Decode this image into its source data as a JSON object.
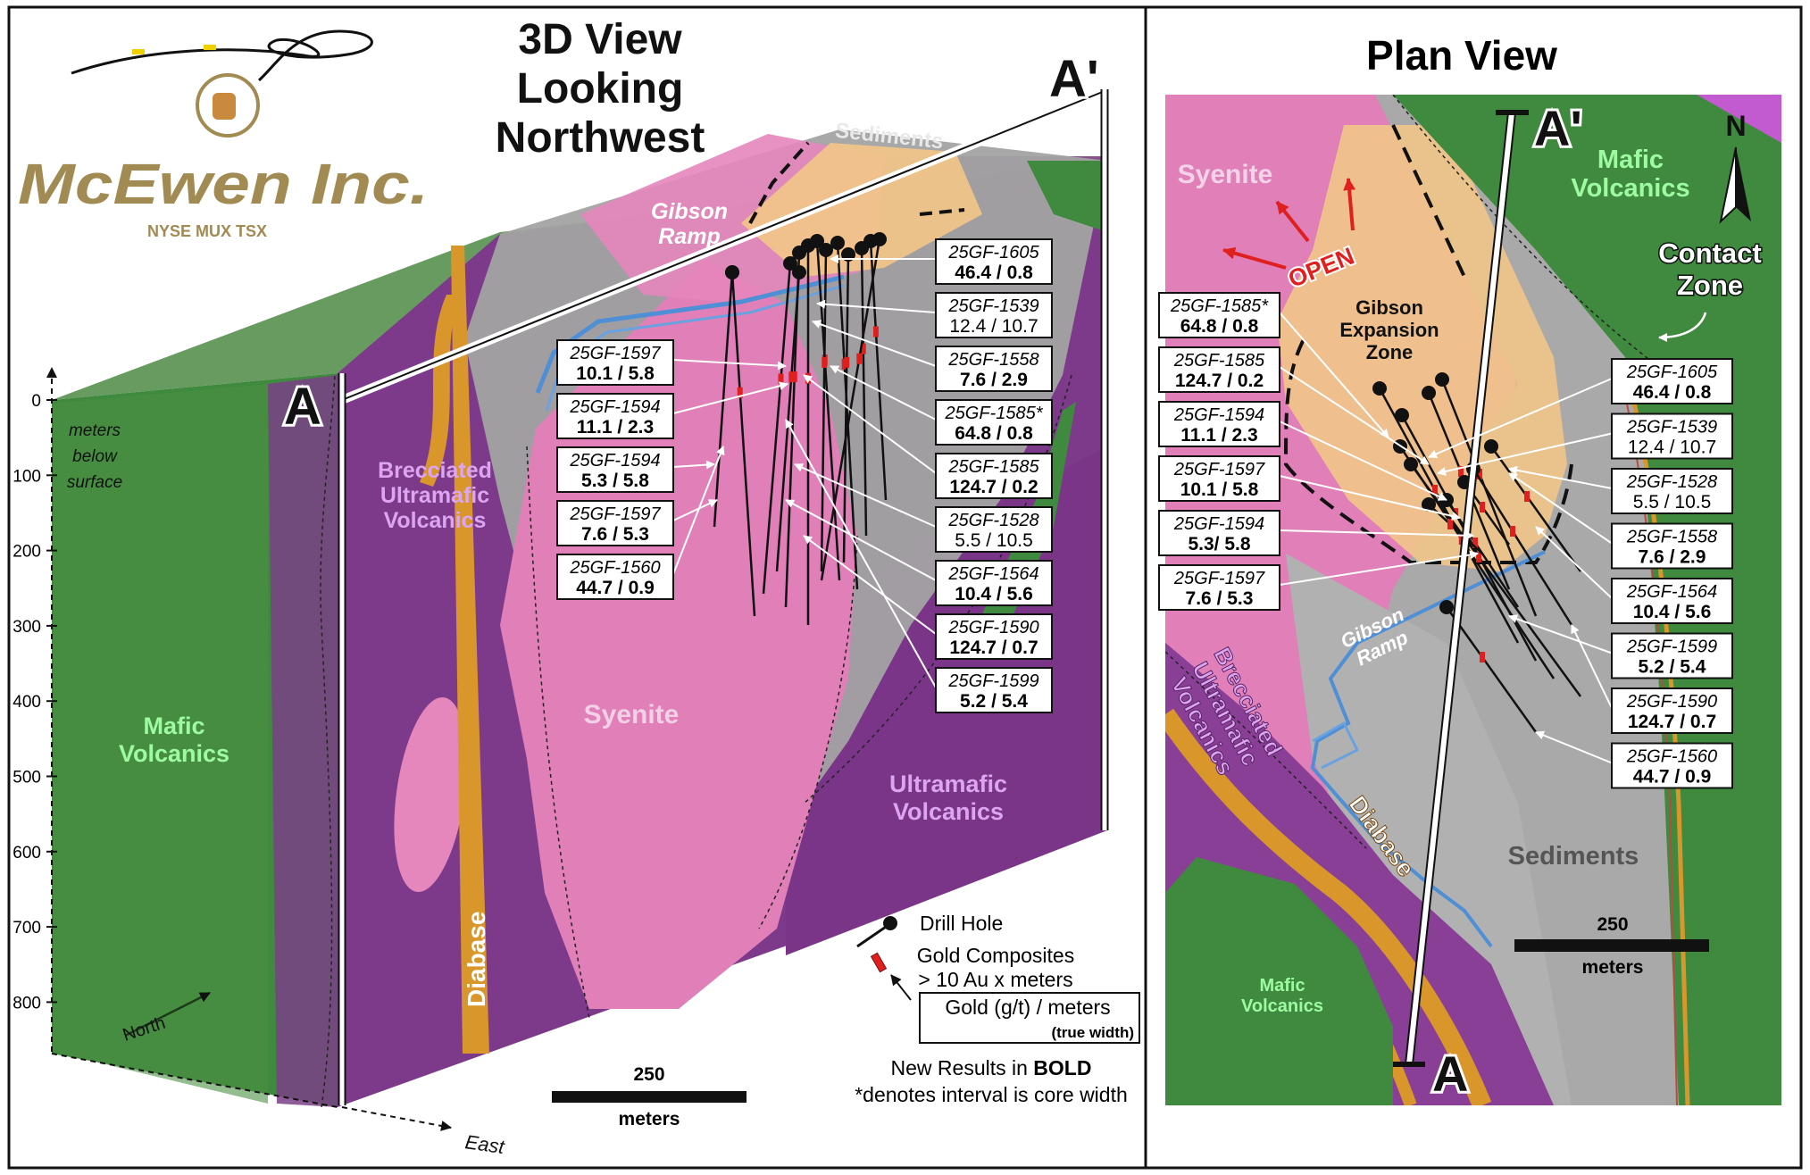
{
  "logo": {
    "company": "McEwen Inc.",
    "exchanges": [
      "NYSE",
      "MUX",
      "TSX"
    ]
  },
  "view3d": {
    "title_lines": [
      "3D View",
      "Looking",
      "Northwest"
    ],
    "section_start": "A",
    "section_end": "A'",
    "depth_axis": {
      "label_lines": [
        "meters",
        "below",
        "surface"
      ],
      "ticks": [
        "0",
        "100",
        "200",
        "300",
        "400",
        "500",
        "600",
        "700",
        "800"
      ]
    },
    "directions": {
      "north": "North",
      "east": "East"
    },
    "units": {
      "sediments": "Sediments",
      "gibson_ramp": [
        "Gibson",
        "Ramp"
      ],
      "brecciated": [
        "Brecciated",
        "Ultramafic",
        "Volcanics"
      ],
      "mafic": [
        "Mafic",
        "Volcanics"
      ],
      "syenite": "Syenite",
      "ultramafic": [
        "Ultramafic",
        "Volcanics"
      ],
      "diabase": "Diabase"
    },
    "left_labels": [
      {
        "hole": "25GF-1597",
        "value": "10.1 / 5.8",
        "bold": true
      },
      {
        "hole": "25GF-1594",
        "value": "11.1 / 2.3",
        "bold": true
      },
      {
        "hole": "25GF-1594",
        "value": "5.3 / 5.8",
        "bold": true
      },
      {
        "hole": "25GF-1597",
        "value": "7.6 / 5.3",
        "bold": true
      },
      {
        "hole": "25GF-1560",
        "value": "44.7 / 0.9",
        "bold": true
      }
    ],
    "right_labels": [
      {
        "hole": "25GF-1605",
        "value": "46.4 / 0.8",
        "bold": true
      },
      {
        "hole": "25GF-1539",
        "value": "12.4 / 10.7",
        "bold": false
      },
      {
        "hole": "25GF-1558",
        "value": "7.6 / 2.9",
        "bold": true
      },
      {
        "hole": "25GF-1585*",
        "value": "64.8 / 0.8",
        "bold": true
      },
      {
        "hole": "25GF-1585",
        "value": "124.7 / 0.2",
        "bold": true
      },
      {
        "hole": "25GF-1528",
        "value": "5.5 / 10.5",
        "bold": false
      },
      {
        "hole": "25GF-1564",
        "value": "10.4 / 5.6",
        "bold": true
      },
      {
        "hole": "25GF-1590",
        "value": "124.7 / 0.7",
        "bold": true
      },
      {
        "hole": "25GF-1599",
        "value": "5.2 / 5.4",
        "bold": true
      }
    ],
    "scale": {
      "value": "250",
      "unit": "meters"
    },
    "legend": {
      "drill_hole": "Drill Hole",
      "composites_lines": [
        "Gold Composites",
        "> 10 Au x meters"
      ],
      "box_line1": "Gold (g/t) / meters",
      "box_line2": "(true width)",
      "bold_note_prefix": "New Results in ",
      "bold_note_bold": "BOLD",
      "core_note": "*denotes interval is core width"
    }
  },
  "plan": {
    "title": "Plan View",
    "north": "N",
    "section_start": "A",
    "section_end": "A'",
    "units": {
      "syenite": "Syenite",
      "mafic_top": [
        "Mafic",
        "Volcanics"
      ],
      "contact": [
        "Contact",
        "Zone"
      ],
      "open": "OPEN",
      "gibson_expansion": [
        "Gibson",
        "Expansion",
        "Zone"
      ],
      "gibson_ramp": [
        "Gibson",
        "Ramp"
      ],
      "brecciated": [
        "Brecciated",
        "Ultramafic",
        "Volcanics"
      ],
      "diabase": "Diabase",
      "sediments": "Sediments",
      "mafic_bottom": [
        "Mafic",
        "Volcanics"
      ]
    },
    "left_labels": [
      {
        "hole": "25GF-1585*",
        "value": "64.8 / 0.8",
        "bold": true
      },
      {
        "hole": "25GF-1585",
        "value": "124.7 / 0.2",
        "bold": true
      },
      {
        "hole": "25GF-1594",
        "value": "11.1 / 2.3",
        "bold": true
      },
      {
        "hole": "25GF-1597",
        "value": "10.1 / 5.8",
        "bold": true
      },
      {
        "hole": "25GF-1594",
        "value": "5.3/ 5.8",
        "bold": true
      },
      {
        "hole": "25GF-1597",
        "value": "7.6 / 5.3",
        "bold": true
      }
    ],
    "right_labels": [
      {
        "hole": "25GF-1605",
        "value": "46.4 / 0.8",
        "bold": true
      },
      {
        "hole": "25GF-1539",
        "value": "12.4 / 10.7",
        "bold": false
      },
      {
        "hole": "25GF-1528",
        "value": "5.5 / 10.5",
        "bold": false
      },
      {
        "hole": "25GF-1558",
        "value": "7.6 / 2.9",
        "bold": true
      },
      {
        "hole": "25GF-1564",
        "value": "10.4 / 5.6",
        "bold": true
      },
      {
        "hole": "25GF-1599",
        "value": "5.2 / 5.4",
        "bold": true
      },
      {
        "hole": "25GF-1590",
        "value": "124.7 / 0.7",
        "bold": true
      },
      {
        "hole": "25GF-1560",
        "value": "44.7 / 0.9",
        "bold": true
      }
    ],
    "scale": {
      "value": "250",
      "unit": "meters"
    }
  },
  "colors": {
    "mafic": "#3f8a3f",
    "ultramafic": "#7d3a8a",
    "syenite": "#e07fb8",
    "sediments": "#a9a9a9",
    "gibson_zone": "#f0c48a",
    "diabase": "#d9962a",
    "ramp": "#4f8fd6",
    "composite": "#e0201f",
    "logo_gold": "#a28a53"
  }
}
